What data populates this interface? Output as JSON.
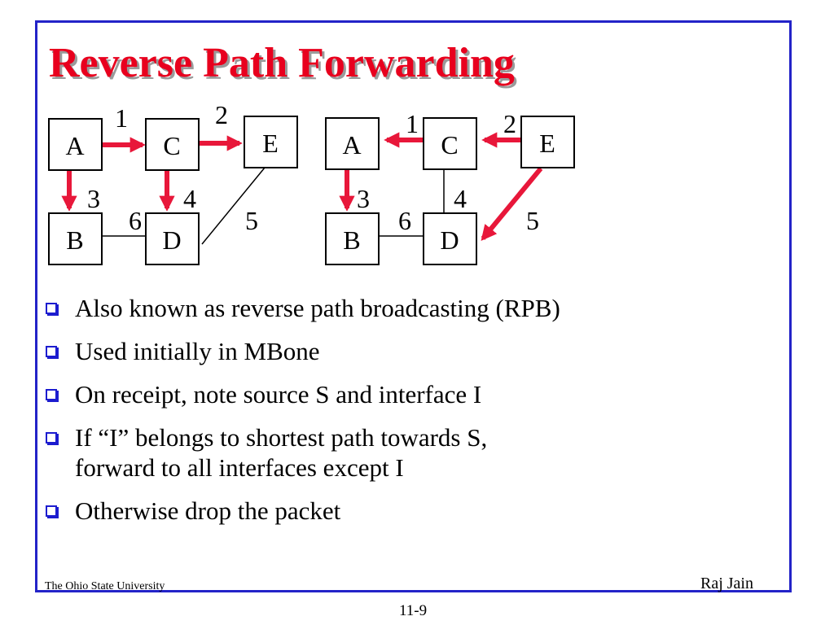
{
  "slide": {
    "title": "Reverse Path Forwarding",
    "colors": {
      "title": "#e8001e",
      "frame": "#2323c8",
      "arrow": "#e8173a",
      "bullet": "#1c1ccf"
    }
  },
  "diagrams": [
    {
      "nodes": {
        "A": "A",
        "B": "B",
        "C": "C",
        "D": "D",
        "E": "E"
      },
      "edge_labels": {
        "ac": "1",
        "ce": "2",
        "ab": "3",
        "cd": "4",
        "ed": "5",
        "bd": "6"
      }
    },
    {
      "nodes": {
        "A": "A",
        "B": "B",
        "C": "C",
        "D": "D",
        "E": "E"
      },
      "edge_labels": {
        "ac": "1",
        "ce": "2",
        "ab": "3",
        "cd": "4",
        "ed": "5",
        "bd": "6"
      }
    }
  ],
  "bullets": [
    "Also known as reverse path broadcasting (RPB)",
    "Used initially in MBone",
    "On receipt, note source S and interface I",
    "If “I” belongs to shortest path towards S,\nforward to all interfaces except I",
    "Otherwise drop the packet"
  ],
  "footer": {
    "left": "The Ohio State University",
    "right": "Raj Jain",
    "page": "11-9"
  }
}
